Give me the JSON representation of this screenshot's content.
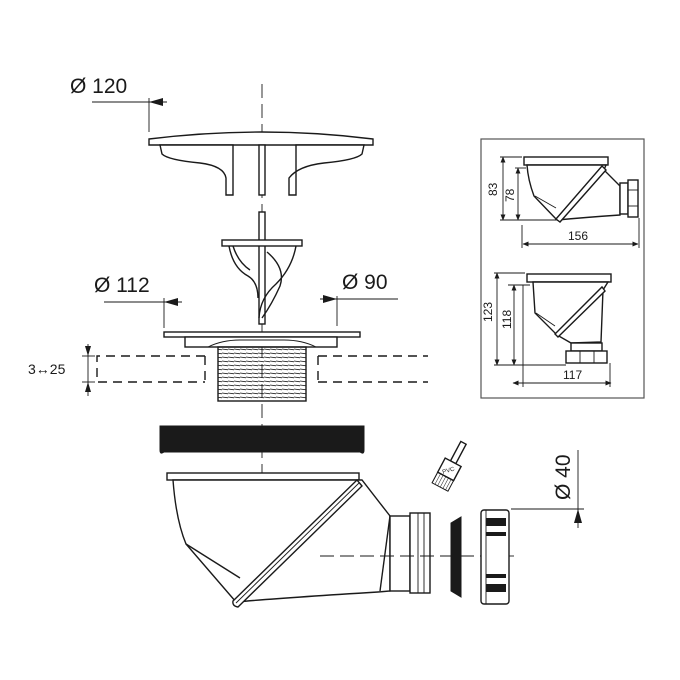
{
  "figure": {
    "title": "Shower tray waste exploded technical drawing",
    "dimensions": {
      "cap_diameter": "Ø 120",
      "flange_diameter": "Ø 112",
      "body_diameter": "Ø 90",
      "outlet_diameter": "Ø 40",
      "tray_thickness": "3↔25"
    },
    "brush_label": "PVC",
    "inset_top": {
      "height_total": "83",
      "height_inner": "78",
      "width": "156"
    },
    "inset_bottom": {
      "height_total": "123",
      "height_inner": "118",
      "width": "117"
    }
  }
}
